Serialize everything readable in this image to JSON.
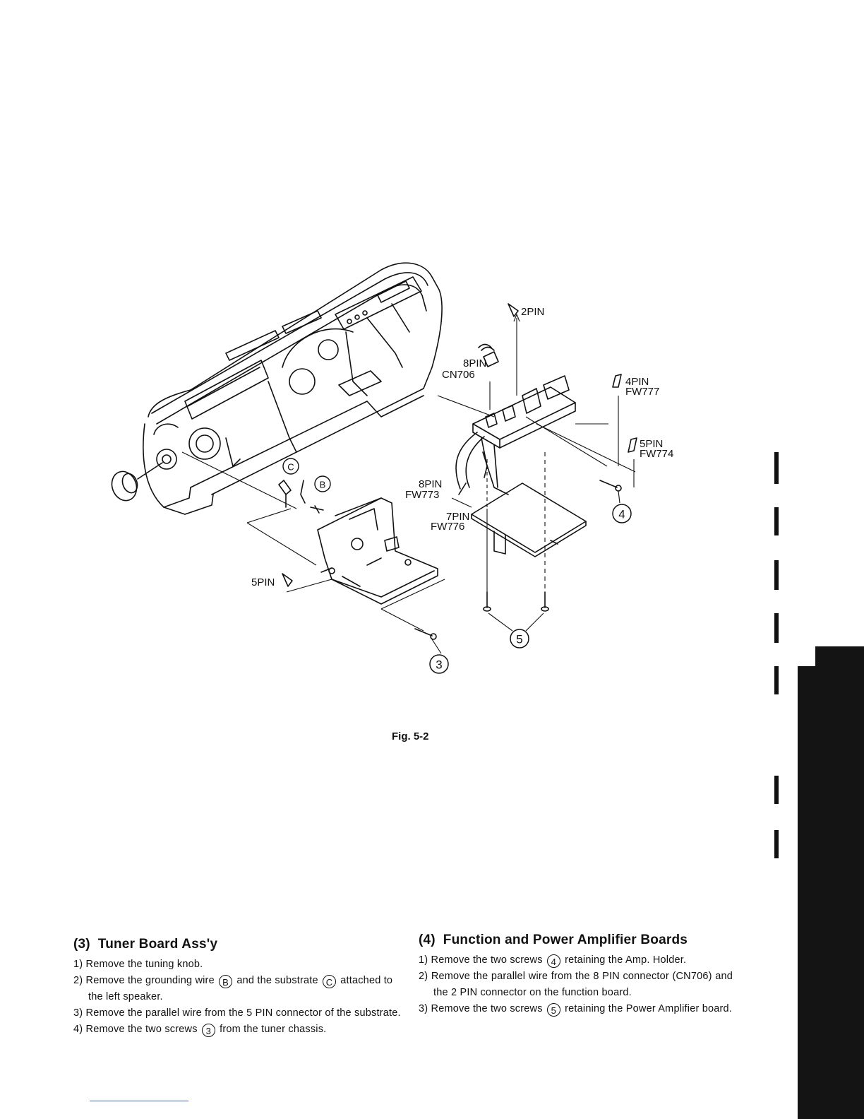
{
  "labels": {
    "pin2": "2PIN",
    "pin8_cn": "8PIN",
    "cn706": "CN706",
    "pin4": "4PIN",
    "fw777": "FW777",
    "pin5_fw": "5PIN",
    "fw774": "FW774",
    "pin8_fw": "8PIN",
    "fw773": "FW773",
    "pin7": "7PIN",
    "fw776": "FW776",
    "pin5_tuner": "5PIN",
    "callout_c": "C",
    "callout_b": "B",
    "callout_3": "3",
    "callout_4": "4",
    "callout_5": "5"
  },
  "figure_caption": "Fig. 5-2",
  "section3": {
    "number": "(3)",
    "title": "Tuner Board Ass'y",
    "steps": [
      {
        "n": "1)",
        "a": "Remove the tuning knob."
      },
      {
        "n": "2)",
        "a": "Remove the grounding wire",
        "m1": "B",
        "b": "and the substrate",
        "m2": "C",
        "c": "attached to the left speaker."
      },
      {
        "n": "3)",
        "a": "Remove the parallel wire from the 5 PIN connector of the substrate."
      },
      {
        "n": "4)",
        "a": "Remove the two screws",
        "m1": "3",
        "b": "from the tuner chassis."
      }
    ]
  },
  "section4": {
    "number": "(4)",
    "title": "Function and Power Amplifier Boards",
    "steps": [
      {
        "n": "1)",
        "a": "Remove the two screws",
        "m1": "4",
        "b": "retaining the Amp. Holder."
      },
      {
        "n": "2)",
        "a": "Remove the parallel wire from the 8 PIN connector (CN706) and the 2 PIN connector on the function board."
      },
      {
        "n": "3)",
        "a": "Remove the two screws",
        "m1": "5",
        "b": "retaining the Power Amplifier board."
      }
    ]
  }
}
